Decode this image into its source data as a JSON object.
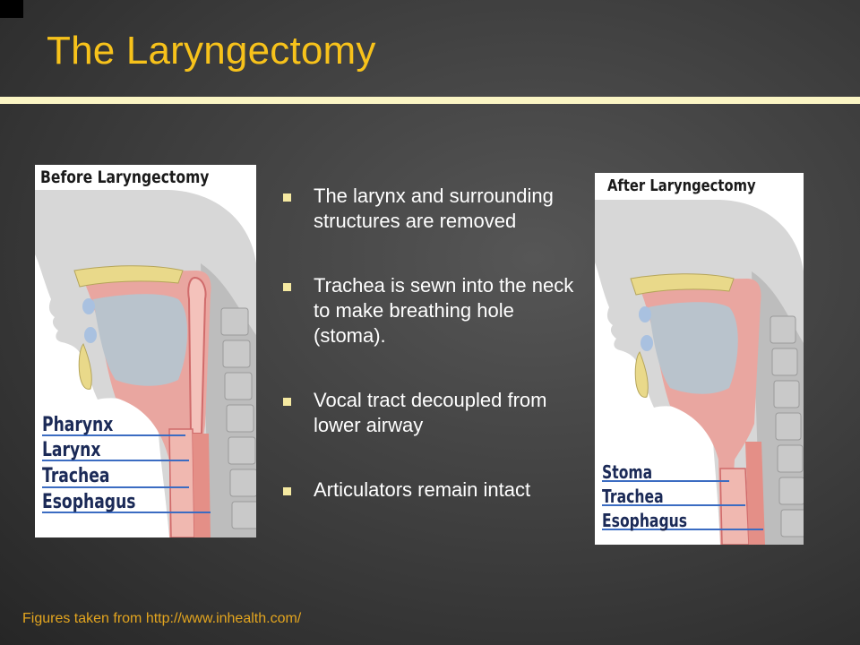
{
  "slide": {
    "title": "The Laryngectomy",
    "bullets": [
      {
        "text": "The larynx and surrounding structures are removed"
      },
      {
        "text": "Trachea is sewn into the neck to make breathing hole (stoma)."
      },
      {
        "text": "Vocal tract decoupled from lower airway"
      },
      {
        "text": "Articulators remain intact"
      }
    ],
    "footer": "Figures taken from http://www.inhealth.com/"
  },
  "figures": {
    "before": {
      "title": "Before Laryngectomy",
      "labels": [
        "Pharynx",
        "Larynx",
        "Trachea",
        "Esophagus"
      ]
    },
    "after": {
      "title": "After Laryngectomy",
      "labels": [
        "Stoma",
        "Trachea",
        "Esophagus"
      ]
    }
  },
  "colors": {
    "title": "#f7c21b",
    "rule": "#fbf5c4",
    "bullet_marker": "#f5e9a1",
    "footer": "#e3a51f",
    "label_text": "#1b2a57",
    "leader_line": "#3b6cc2"
  }
}
